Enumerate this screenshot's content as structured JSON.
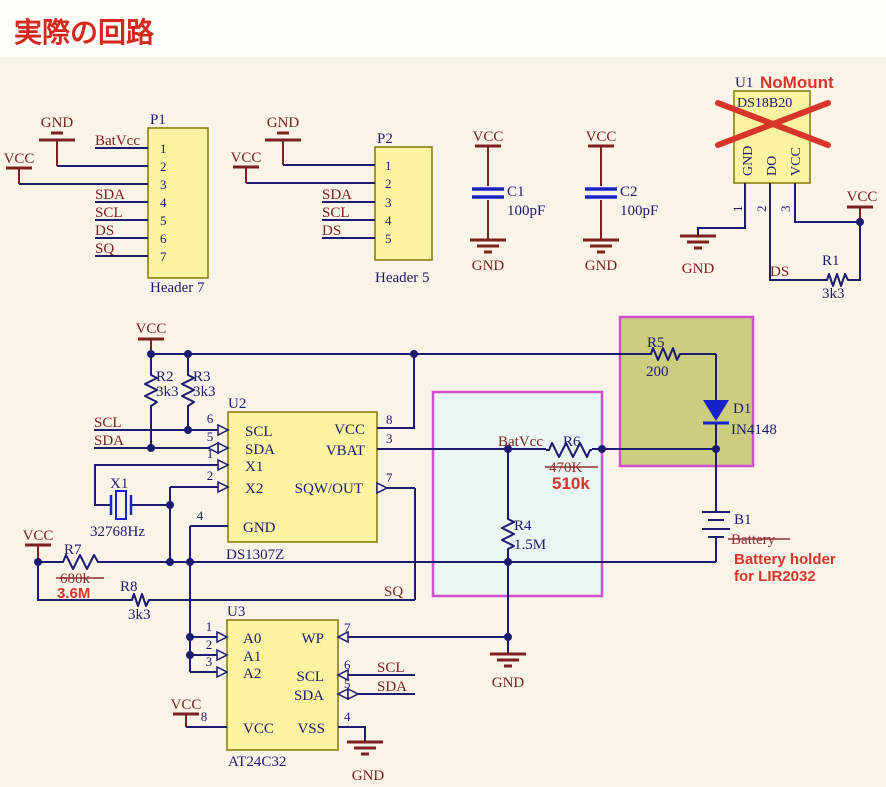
{
  "title": "実際の回路",
  "power": {
    "vcc": "VCC",
    "gnd": "GND"
  },
  "nets": {
    "batvcc": "BatVcc",
    "sda": "SDA",
    "scl": "SCL",
    "ds": "DS",
    "sq": "SQ"
  },
  "pin_no": {
    "1": "1",
    "2": "2",
    "3": "3",
    "4": "4",
    "5": "5",
    "6": "6",
    "7": "7",
    "8": "8"
  },
  "p1": {
    "ref": "P1",
    "footprint": "Header 7"
  },
  "p2": {
    "ref": "P2",
    "footprint": "Header 5"
  },
  "c1": {
    "ref": "C1",
    "value": "100pF"
  },
  "c2": {
    "ref": "C2",
    "value": "100pF"
  },
  "u1": {
    "ref": "U1",
    "part": "DS18B20",
    "annotation": "NoMount",
    "pin_labels": {
      "gnd": "GND",
      "do": "DO",
      "vcc": "VCC"
    }
  },
  "r1": {
    "ref": "R1",
    "value": "3k3"
  },
  "u2": {
    "ref": "U2",
    "part": "DS1307Z",
    "pins": {
      "scl": "SCL",
      "sda": "SDA",
      "x1": "X1",
      "x2": "X2",
      "gnd": "GND",
      "vcc": "VCC",
      "vbat": "VBAT",
      "sqw": "SQW/OUT"
    }
  },
  "r2": {
    "ref": "R2",
    "value": "3k3"
  },
  "r3": {
    "ref": "R3",
    "value": "3k3"
  },
  "x1": {
    "ref": "X1",
    "value": "32768Hz"
  },
  "r7": {
    "ref": "R7",
    "value_old": "680k",
    "value_new": "3.6M"
  },
  "r8": {
    "ref": "R8",
    "value": "3k3"
  },
  "r4": {
    "ref": "R4",
    "value": "1.5M"
  },
  "r6": {
    "ref": "R6",
    "value_old": "470K",
    "value_new": "510k"
  },
  "r5": {
    "ref": "R5",
    "value": "200"
  },
  "d1": {
    "ref": "D1",
    "value": "IN4148"
  },
  "b1": {
    "ref": "B1",
    "value_old": "Battery",
    "note_line1": "Battery holder",
    "note_line2": "for LIR2032"
  },
  "u3": {
    "ref": "U3",
    "part": "AT24C32",
    "pins": {
      "a0": "A0",
      "a1": "A1",
      "a2": "A2",
      "vcc": "VCC",
      "wp": "WP",
      "scl": "SCL",
      "sda": "SDA",
      "vss": "VSS"
    }
  }
}
